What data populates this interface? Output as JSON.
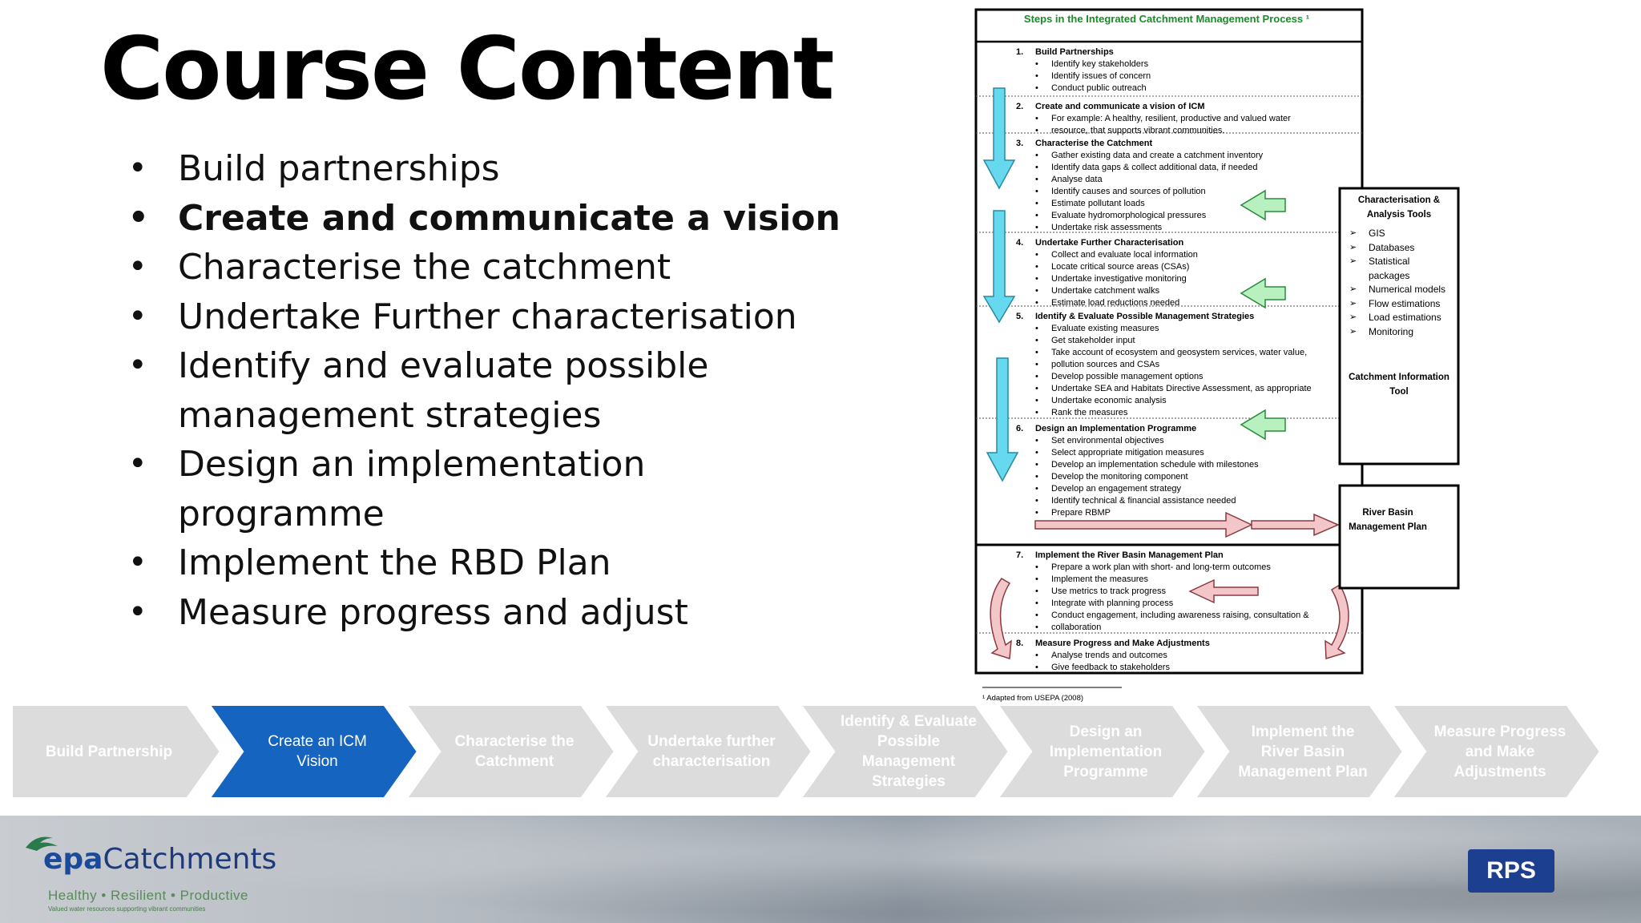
{
  "title": "Course Content",
  "bullets": [
    {
      "text": "Build partnerships",
      "active": false
    },
    {
      "text": "Create and communicate a vision",
      "active": true
    },
    {
      "text": "Characterise the catchment",
      "active": false
    },
    {
      "text": "Undertake Further characterisation",
      "active": false
    },
    {
      "text": "Identify and evaluate possible management strategies",
      "active": false
    },
    {
      "text": "Design an implementation programme",
      "active": false
    },
    {
      "text": "Implement the RBD Plan",
      "active": false
    },
    {
      "text": "Measure progress and adjust",
      "active": false
    }
  ],
  "diagram": {
    "title": "Steps in the Integrated Catchment Management Process ¹",
    "steps": [
      {
        "num": "1.",
        "heading": "Build Partnerships",
        "items": [
          "Identify key stakeholders",
          "Identify issues of concern",
          "Conduct public outreach"
        ]
      },
      {
        "num": "2.",
        "heading": "Create and communicate a vision of ICM",
        "items": [
          "For example: A healthy, resilient, productive and valued water",
          "resource, that supports vibrant communities."
        ]
      },
      {
        "num": "3.",
        "heading": "Characterise the Catchment",
        "items": [
          "Gather existing data and create a catchment inventory",
          "Identify data gaps & collect additional data, if needed",
          "Analyse data",
          "Identify causes and sources of pollution",
          "Estimate pollutant loads",
          "Evaluate hydromorphological pressures",
          "Undertake risk assessments"
        ]
      },
      {
        "num": "4.",
        "heading": "Undertake Further Characterisation",
        "items": [
          "Collect and evaluate local information",
          "Locate critical source areas (CSAs)",
          "Undertake investigative monitoring",
          "Undertake catchment walks",
          "Estimate load reductions needed"
        ]
      },
      {
        "num": "5.",
        "heading": "Identify & Evaluate Possible Management Strategies",
        "items": [
          "Evaluate existing measures",
          "Get stakeholder input",
          "Take account of ecosystem and geosystem services, water value,",
          "pollution sources and CSAs",
          "Develop possible management options",
          "Undertake SEA and Habitats Directive Assessment, as appropriate",
          "Undertake economic analysis",
          "Rank the measures"
        ]
      },
      {
        "num": "6.",
        "heading": "Design an Implementation Programme",
        "items": [
          "Set environmental objectives",
          "Select appropriate mitigation measures",
          "Develop an implementation schedule with milestones",
          "Develop the monitoring component",
          "Develop an engagement strategy",
          "Identify technical & financial assistance needed",
          "Prepare RBMP"
        ]
      },
      {
        "num": "7.",
        "heading": "Implement the River Basin Management Plan",
        "items": [
          "Prepare a work plan with short- and long-term outcomes",
          "Implement the measures",
          "Use metrics to track progress",
          "Integrate with planning process",
          "Conduct engagement, including awareness raising, consultation &",
          "collaboration"
        ]
      },
      {
        "num": "8.",
        "heading": "Measure Progress and Make Adjustments",
        "items": [
          "Analyse trends and outcomes",
          "Give feedback to stakeholders"
        ]
      }
    ],
    "tools_box": {
      "heading": "Characterisation & Analysis Tools",
      "items": [
        "GIS",
        "Databases",
        "Statistical packages",
        "Numerical models",
        "Flow estimations",
        "Load estimations",
        "Monitoring"
      ],
      "footer": "Catchment Information Tool"
    },
    "rbmp_box": "River Basin Management Plan",
    "footnote": "¹ Adapted from USEPA (2008)"
  },
  "process_bar": [
    {
      "label": "Build Partnership",
      "active": false
    },
    {
      "label": "Create an  ICM Vision",
      "active": true
    },
    {
      "label": "Characterise the Catchment",
      "active": false
    },
    {
      "label": "Undertake further characterisation",
      "active": false
    },
    {
      "label": "Identify & Evaluate Possible Management Strategies",
      "active": false
    },
    {
      "label": "Design an Implementation Programme",
      "active": false
    },
    {
      "label": "Implement the River Basin Management Plan",
      "active": false
    },
    {
      "label": "Measure Progress and Make Adjustments",
      "active": false
    }
  ],
  "footer": {
    "logo_prefix": "epa",
    "logo_name": "Catchments",
    "tagline": "Healthy • Resilient • Productive",
    "subtagline": "Valued water resources supporting vibrant communities",
    "partner": "RPS"
  },
  "colors": {
    "active_chevron": "#1565c0",
    "inactive_chevron": "#dcdcdc",
    "down_arrow": "#66d9ee",
    "side_arrow": "#b8f0c0",
    "pink_arrow": "#f3c6c9",
    "diagram_title": "#1a8a2a"
  }
}
